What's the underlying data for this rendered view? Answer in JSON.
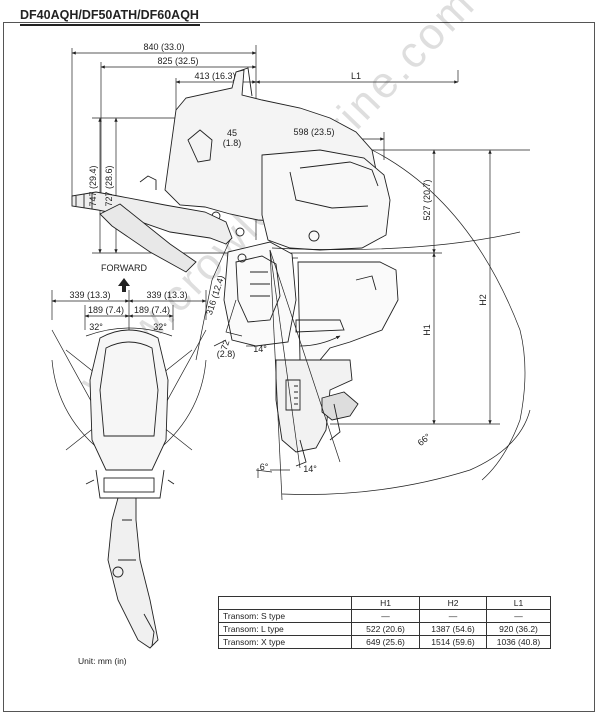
{
  "title": "DF40AQH/DF50ATH/DF60AQH",
  "dims": {
    "overall_length": "840 (33.0)",
    "length_825": "825 (32.5)",
    "length_413": "413 (16.3)",
    "l1": "L1",
    "d45": "45",
    "d45_in": "(1.8)",
    "d598": "598 (23.5)",
    "h747": "747 (29.4)",
    "h727": "727 (28.6)",
    "h527": "527 (20.7)",
    "h316": "316 (12.4)",
    "d72": "72",
    "d72_in": "(2.8)",
    "ang14_top": "14°",
    "ang6": "6°",
    "ang14_bot": "14°",
    "ang66": "66°",
    "h1": "H1",
    "h2": "H2",
    "forward": "FORWARD",
    "w339_left": "339 (13.3)",
    "w339_right": "339 (13.3)",
    "w189_left": "189 (7.4)",
    "w189_right": "189 (7.4)",
    "ang32_left": "32°",
    "ang32_right": "32°"
  },
  "table": {
    "headers": [
      "",
      "H1",
      "H2",
      "L1"
    ],
    "rows": [
      [
        "Transom: S type",
        "—",
        "—",
        "—"
      ],
      [
        "Transom: L type",
        "522 (20.6)",
        "1387 (54.6)",
        "920 (36.2)"
      ],
      [
        "Transom: X type",
        "649 (25.6)",
        "1514 (59.6)",
        "1036 (40.8)"
      ]
    ]
  },
  "unit": "Unit: mm (in)",
  "watermark": "www.crowleymarine.com"
}
